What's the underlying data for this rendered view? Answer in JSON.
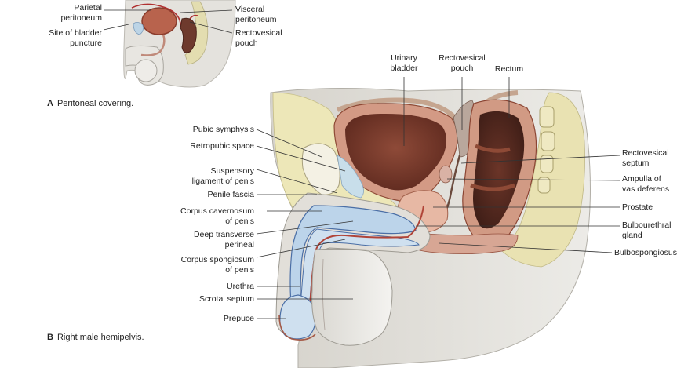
{
  "panel_a": {
    "letter": "A",
    "caption": "Peritoneal covering.",
    "labels": {
      "parietal_1": "Parietal",
      "parietal_2": "peritoneum",
      "site_1": "Site of bladder",
      "site_2": "puncture",
      "visceral_1": "Visceral",
      "visceral_2": "peritoneum",
      "rectovesical_1": "Rectovesical",
      "rectovesical_2": "pouch"
    }
  },
  "panel_b": {
    "letter": "B",
    "caption": "Right male hemipelvis.",
    "top_labels": {
      "urinary_1": "Urinary",
      "urinary_2": "bladder",
      "rv_pouch_1": "Rectovesical",
      "rv_pouch_2": "pouch",
      "rectum": "Rectum"
    },
    "left_labels": {
      "pubic_symphysis": "Pubic symphysis",
      "retropubic_space": "Retropubic space",
      "suspensory_1": "Suspensory",
      "suspensory_2": "ligament of penis",
      "penile_fascia": "Penile fascia",
      "cc_1": "Corpus cavernosum",
      "cc_2": "of penis",
      "dtp_1": "Deep transverse",
      "dtp_2": "perineal",
      "cs_1": "Corpus spongiosum",
      "cs_2": "of penis",
      "urethra": "Urethra",
      "scrotal_septum": "Scrotal septum",
      "prepuce": "Prepuce"
    },
    "right_labels": {
      "rv_septum_1": "Rectovesical",
      "rv_septum_2": "septum",
      "ampulla_1": "Ampulla of",
      "ampulla_2": "vas deferens",
      "prostate": "Prostate",
      "bulbo_1": "Bulbourethral",
      "bulbo_2": "gland",
      "bulbospongiosus": "Bulbospongiosus"
    }
  },
  "colors": {
    "skin": "#e6e4df",
    "skin_edge": "#b9b6ae",
    "muscle": "#d9a48f",
    "muscle_dark": "#a7503c",
    "cavity": "#7a3a2c",
    "bone": "#eae4b6",
    "erectile": "#b9d2ea",
    "erectile_edge": "#4b6fa6",
    "leader": "#333333"
  }
}
